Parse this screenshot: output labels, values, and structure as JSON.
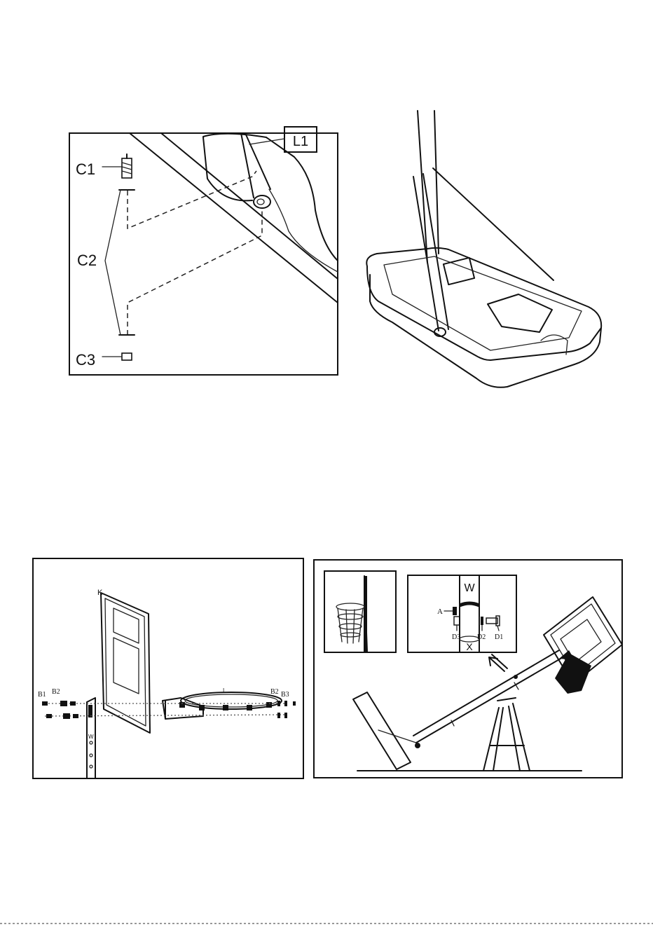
{
  "figure1": {
    "labels": {
      "l1": "L1",
      "c1": "C1",
      "c2": "C2",
      "c3": "C3"
    }
  },
  "figure3": {
    "labels": {
      "k": "K",
      "b1": "B1",
      "b2_left": "B2",
      "b2_right": "B2",
      "b3": "B3",
      "i": "I",
      "w": "W"
    }
  },
  "figure4": {
    "labels": {
      "w": "W",
      "x": "X",
      "a": "A",
      "d1": "D1",
      "d2": "D2",
      "d3": "D3"
    }
  }
}
